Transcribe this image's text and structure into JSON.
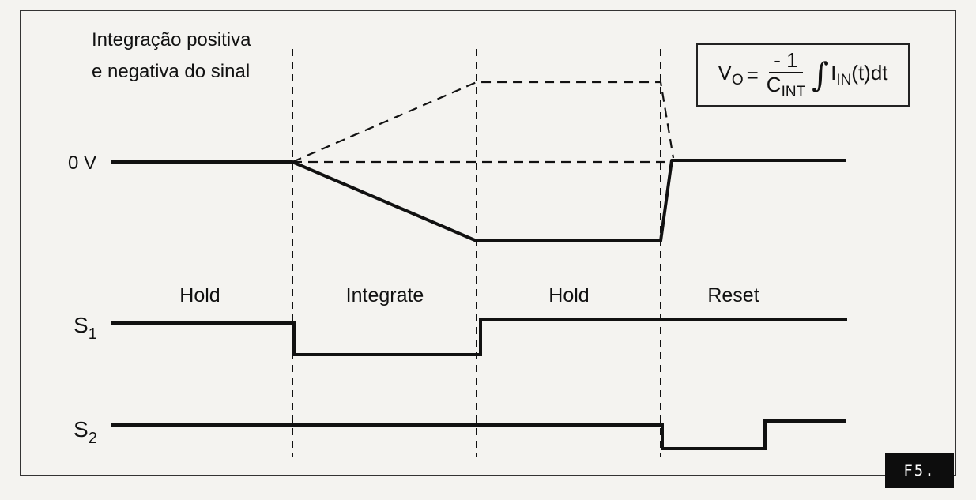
{
  "title_line1": "Integração positiva",
  "title_line2": "e negativa do sinal",
  "label_0v": "0 V",
  "phases": [
    "Hold",
    "Integrate",
    "Hold",
    "Reset"
  ],
  "signals": {
    "s1_base": "S",
    "s1_sub": "1",
    "s2_base": "S",
    "s2_sub": "2"
  },
  "formula": {
    "lhs": "V",
    "lhs_sub": "O",
    "equals": "=",
    "numerator": "- 1",
    "denominator": "C",
    "denominator_sub": "INT",
    "integral_sign": "∫",
    "integrand": "I",
    "integrand_sub": "IN",
    "tail": "(t)dt"
  },
  "figure_tag": "F5."
}
